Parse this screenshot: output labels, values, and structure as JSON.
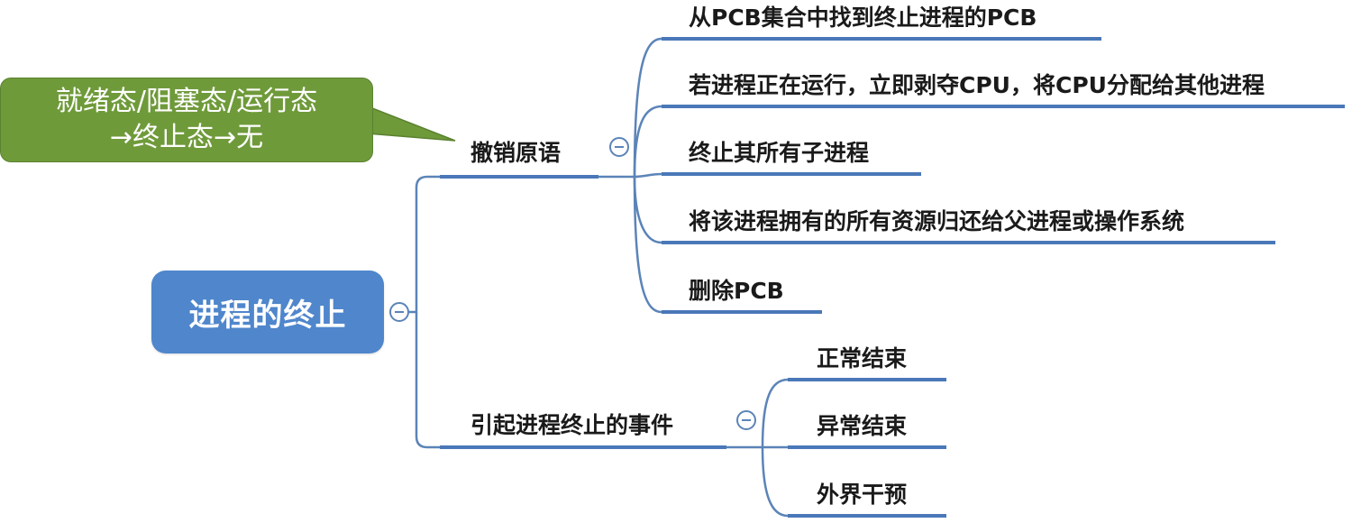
{
  "root": {
    "label": "进程的终止"
  },
  "callout": {
    "line1": "就绪态/阻塞态/运行态",
    "line2": "→终止态→无"
  },
  "branches": [
    {
      "label": "撤销原语",
      "children": [
        "从PCB集合中找到终止进程的PCB",
        "若进程正在运行，立即剥夺CPU，将CPU分配给其他进程",
        "终止其所有子进程",
        "将该进程拥有的所有资源归还给父进程或操作系统",
        "删除PCB"
      ]
    },
    {
      "label": "引起进程终止的事件",
      "children": [
        "正常结束",
        "异常结束",
        "外界干预"
      ]
    }
  ],
  "colors": {
    "root_fill": "#4f86cc",
    "callout_fill": "#6f9a3a",
    "connector": "#5b84b8",
    "underline": "#4a78b8"
  }
}
